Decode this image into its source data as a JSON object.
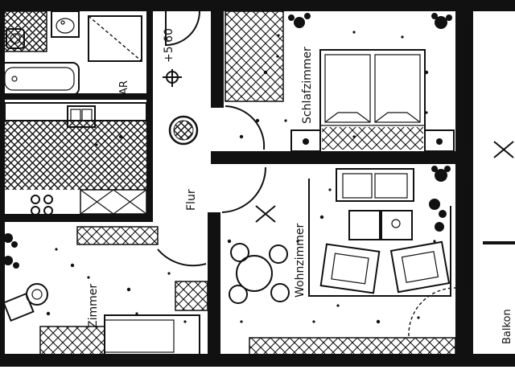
{
  "rooms": {
    "schlafzimmer": "Schlafzimmer",
    "wohnzimmer": "Wohnzimmer",
    "zimmer": "Zimmer",
    "flur": "Flur",
    "balkon": "Balkon",
    "abstellraum": "AR"
  },
  "annotations": {
    "level": "+5,60"
  }
}
